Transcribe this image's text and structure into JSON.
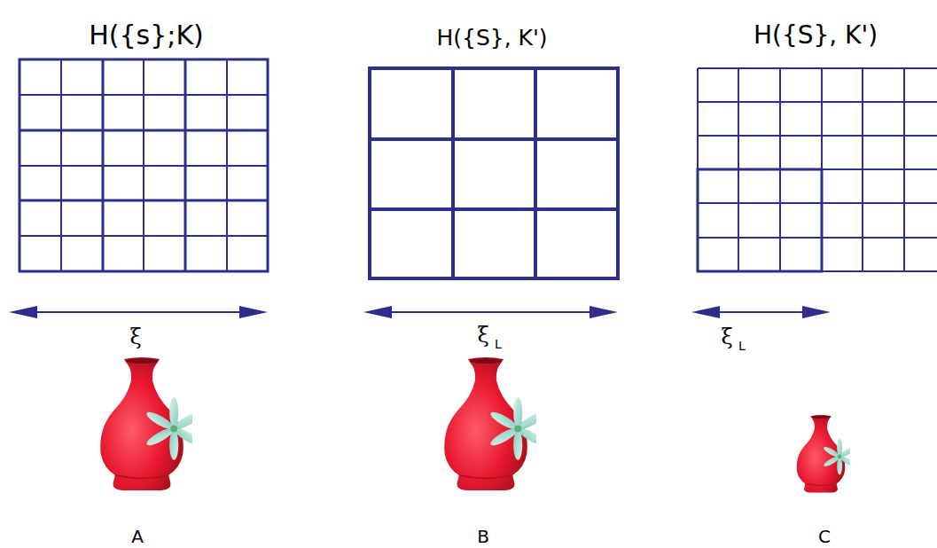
{
  "diagram": {
    "labels": [
      "H({s};K)",
      "H({S}, K')",
      "H({S}, K')",
      "ξ",
      "ξ",
      "L",
      "ξ",
      "L",
      "A",
      "B",
      "C"
    ]
  }
}
